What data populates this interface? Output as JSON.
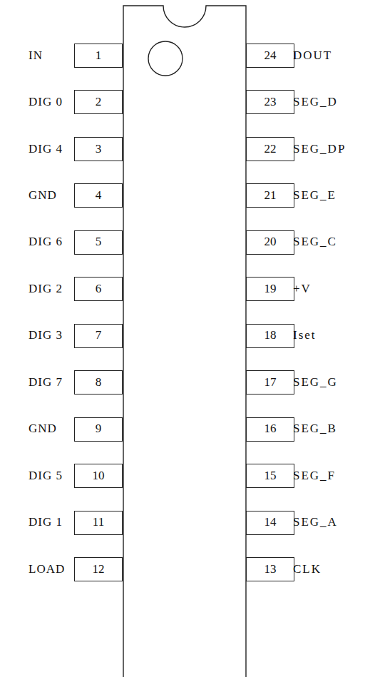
{
  "diagram": {
    "nodes": [
      {
        "text": [
          "1"
        ]
      },
      {
        "text": [
          "2"
        ]
      },
      {
        "text": [
          "3"
        ]
      },
      {
        "text": [
          "4"
        ]
      },
      {
        "text": [
          "5"
        ]
      },
      {
        "text": [
          "6"
        ]
      },
      {
        "text": [
          "7"
        ]
      },
      {
        "text": [
          "8"
        ]
      },
      {
        "text": [
          "9"
        ]
      },
      {
        "text": [
          "10"
        ]
      },
      {
        "text": [
          "11"
        ]
      },
      {
        "text": [
          "12"
        ]
      },
      {
        "text": [
          "13"
        ]
      },
      {
        "text": [
          "14"
        ]
      },
      {
        "text": [
          "15"
        ]
      },
      {
        "text": [
          "16"
        ]
      },
      {
        "text": [
          "17"
        ]
      },
      {
        "text": [
          "18"
        ]
      },
      {
        "text": [
          "19"
        ]
      },
      {
        "text": [
          "20"
        ]
      },
      {
        "text": [
          "21"
        ]
      },
      {
        "text": [
          "22"
        ]
      },
      {
        "text": [
          "23"
        ]
      },
      {
        "text": [
          "24"
        ]
      }
    ],
    "labels": [
      "IN",
      "DIG 0",
      "DIG 4",
      "GND",
      "DIG 6",
      "DIG 2",
      "DIG 3",
      "DIG 7",
      "GND",
      "DIG 5",
      "DIG 1",
      "LOAD",
      "CLK",
      "SEG_A",
      "SEG_F",
      "SEG_B",
      "SEG_G",
      "Iset",
      "+V",
      "SEG_C",
      "SEG_E",
      "SEG_DP",
      "SEG_D",
      "DOUT"
    ]
  }
}
